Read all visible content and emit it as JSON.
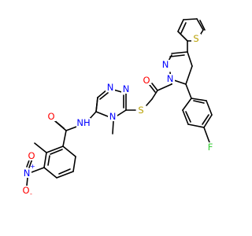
{
  "molecule": {
    "colors": {
      "bond": "#000000",
      "nitrogen": "#0000ff",
      "oxygen": "#ff0000",
      "sulfur": "#b8a000",
      "fluorine": "#33cc33",
      "carbon": "#000000"
    },
    "labels": {
      "nitro_n": "N",
      "nitro_plus": "+",
      "nitro_o_top": "O",
      "nitro_o_bottom": "O",
      "nitro_minus": "-",
      "amide_o": "O",
      "amide_nh": "NH",
      "triazole_n_top_left": "N",
      "triazole_n_top_right": "N",
      "triazole_n_methyl": "N",
      "thioether_s": "S",
      "ketone_o": "O",
      "pyrazoline_n1": "N",
      "pyrazoline_n2": "N",
      "thiophene_s": "S",
      "fluoro_f": "F"
    }
  }
}
